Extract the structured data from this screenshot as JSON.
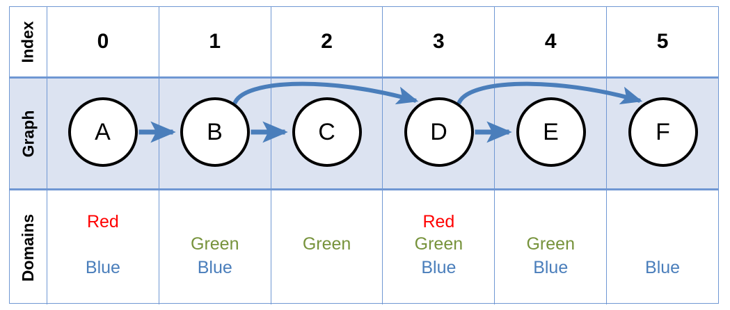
{
  "colors": {
    "border": "#6f97d3",
    "graph_row_bg": "#dce3f1",
    "arrow": "#4a7ebb",
    "node_stroke": "#000000",
    "node_fill": "#ffffff",
    "red": "#ff0000",
    "green": "#77933c",
    "blue": "#4a7ebb"
  },
  "rows": {
    "index_label": "Index",
    "graph_label": "Graph",
    "domains_label": "Domains"
  },
  "index": {
    "values": [
      "0",
      "1",
      "2",
      "3",
      "4",
      "5"
    ]
  },
  "graph": {
    "nodes": [
      {
        "id": "A",
        "label": "A",
        "column": 0
      },
      {
        "id": "B",
        "label": "B",
        "column": 1
      },
      {
        "id": "C",
        "label": "C",
        "column": 2
      },
      {
        "id": "D",
        "label": "D",
        "column": 3
      },
      {
        "id": "E",
        "label": "E",
        "column": 4
      },
      {
        "id": "F",
        "label": "F",
        "column": 5
      }
    ],
    "edges": [
      {
        "from": "A",
        "to": "B",
        "style": "straight"
      },
      {
        "from": "B",
        "to": "C",
        "style": "straight"
      },
      {
        "from": "B",
        "to": "D",
        "style": "curved"
      },
      {
        "from": "D",
        "to": "E",
        "style": "straight"
      },
      {
        "from": "D",
        "to": "F",
        "style": "curved"
      }
    ]
  },
  "domains": {
    "columns": [
      {
        "index": "0",
        "values": [
          {
            "name": "Red",
            "color": "#ff0000",
            "slot": "red"
          },
          {
            "name": "Blue",
            "color": "#4a7ebb",
            "slot": "blue"
          }
        ]
      },
      {
        "index": "1",
        "values": [
          {
            "name": "Green",
            "color": "#77933c",
            "slot": "green"
          },
          {
            "name": "Blue",
            "color": "#4a7ebb",
            "slot": "blue"
          }
        ]
      },
      {
        "index": "2",
        "values": [
          {
            "name": "Green",
            "color": "#77933c",
            "slot": "green"
          }
        ]
      },
      {
        "index": "3",
        "values": [
          {
            "name": "Red",
            "color": "#ff0000",
            "slot": "red"
          },
          {
            "name": "Green",
            "color": "#77933c",
            "slot": "green"
          },
          {
            "name": "Blue",
            "color": "#4a7ebb",
            "slot": "blue"
          }
        ]
      },
      {
        "index": "4",
        "values": [
          {
            "name": "Green",
            "color": "#77933c",
            "slot": "green"
          },
          {
            "name": "Blue",
            "color": "#4a7ebb",
            "slot": "blue"
          }
        ]
      },
      {
        "index": "5",
        "values": [
          {
            "name": "Blue",
            "color": "#4a7ebb",
            "slot": "blue"
          }
        ]
      }
    ]
  }
}
